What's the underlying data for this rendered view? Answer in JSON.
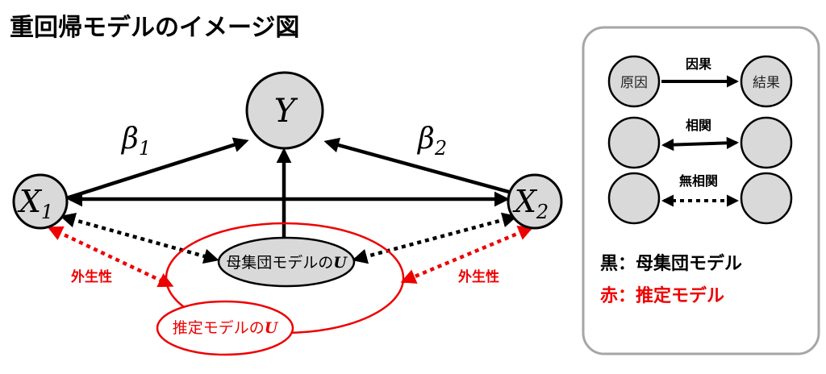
{
  "title": "重回帰モデルのイメージ図",
  "diagram": {
    "nodes": {
      "y": "Y",
      "x1": {
        "main": "X",
        "sub": "1"
      },
      "x2": {
        "main": "X",
        "sub": "2"
      },
      "population_u": {
        "prefix": "母集団モデルの",
        "var": "U"
      },
      "estimated_u": {
        "prefix": "推定モデルの",
        "var": "U"
      }
    },
    "beta1": {
      "main": "β",
      "sub": "1"
    },
    "beta2": {
      "main": "β",
      "sub": "2"
    },
    "exogeneity_left": "外生性",
    "exogeneity_right": "外生性"
  },
  "legend": {
    "cause_label": "因果",
    "cause_node": "原因",
    "effect_node": "結果",
    "correlation_label": "相関",
    "no_correlation_label": "無相関",
    "note_black": "黒：母集団モデル",
    "note_red": "赤：推定モデル"
  },
  "colors": {
    "node_fill": "#d9d9d9",
    "red": "#ee0000",
    "black": "#000000",
    "legend_border": "#a6a6a6"
  }
}
